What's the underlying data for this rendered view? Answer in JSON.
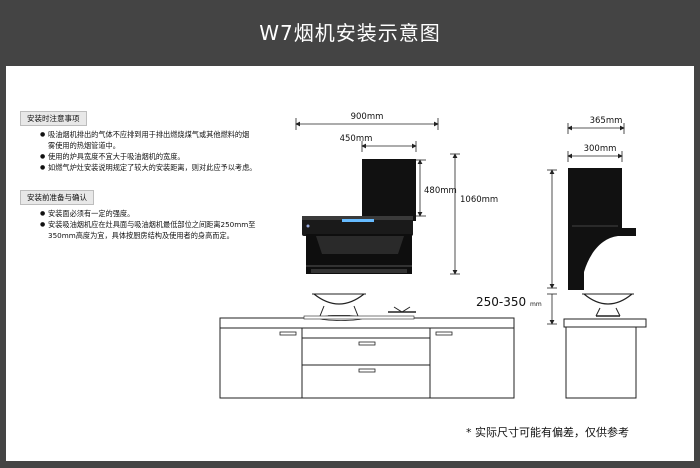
{
  "title": "W7烟机安装示意图",
  "notes": {
    "section1_title": "安装时注意事项",
    "section1_items": [
      "吸油烟机排出的气体不应排到用于排出燃烧煤气或其他燃料的烟",
      "雾使用的热烟管道中。",
      "使用的炉具宽度不宜大于吸油烟机的宽度。",
      "如燃气炉灶安装说明规定了较大的安装距离，则对此应予以考虑。"
    ],
    "section2_title": "安装前准备与确认",
    "section2_items": [
      "安装面必须有一定的强度。",
      "安装吸油烟机应在灶具面与吸油烟机最低部位之间距离250mm至",
      "350mm高度为宜，具体按厨房结构及使用者的身高而定。"
    ]
  },
  "dimensions": {
    "width_total": "900mm",
    "width_panel": "450mm",
    "panel_height": "480mm",
    "total_height": "1060mm",
    "install_height": "250-350",
    "install_height_unit": "mm",
    "depth_total": "365mm",
    "depth_top": "300mm"
  },
  "footer_note": "* 实际尺寸可能有偏差，仅供参考",
  "colors": {
    "background": "#444444",
    "panel": "#ffffff",
    "hood": "#111111",
    "line": "#222222"
  }
}
